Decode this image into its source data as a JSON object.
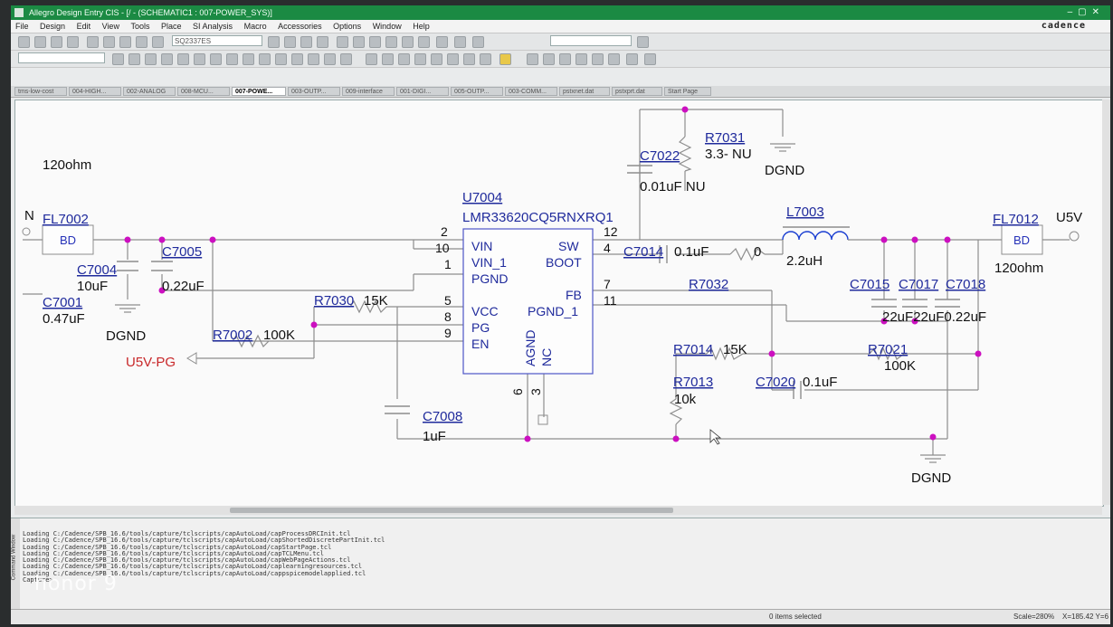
{
  "window": {
    "title": "Allegro Design Entry CIS - [/ - (SCHEMATIC1 : 007-POWER_SYS)]"
  },
  "menu": [
    "File",
    "Design",
    "Edit",
    "View",
    "Tools",
    "Place",
    "SI Analysis",
    "Macro",
    "Accessories",
    "Options",
    "Window",
    "Help"
  ],
  "brand": "cadence",
  "toolbar": {
    "part_combo": "SQ2337ES"
  },
  "tabs": [
    "tms-low-cost",
    "004-HIGH...",
    "002-ANALOG",
    "008-MCU...",
    "007-POWE...",
    "003-OUTP...",
    "009-interface",
    "001-DIGI...",
    "005-OUTP...",
    "003-COMM...",
    "pstxnet.dat",
    "pstxprt.dat",
    "Start Page"
  ],
  "schematic": {
    "left_note": "120ohm",
    "left_net": "N",
    "fl7002": {
      "ref": "FL7002",
      "body": "BD"
    },
    "c7004": {
      "ref": "C7004",
      "value": "10uF"
    },
    "c7005": {
      "ref": "C7005",
      "value": "0.22uF"
    },
    "c7001": {
      "ref": "C7001",
      "value": "0.47uF"
    },
    "dgnd_left": "DGND",
    "r7002": {
      "ref": "R7002",
      "value": "100K"
    },
    "u5v_pg": "U5V-PG",
    "r7030": {
      "ref": "R7030",
      "value": "15K"
    },
    "u7004": {
      "ref": "U7004",
      "part": "LMR33620CQ5RNXRQ1",
      "left_pins": [
        {
          "num": "2",
          "name": "VIN"
        },
        {
          "num": "10",
          "name": "VIN_1"
        },
        {
          "num": "1",
          "name": "PGND"
        },
        {
          "num": "5",
          "name": "VCC"
        },
        {
          "num": "8",
          "name": "PG"
        },
        {
          "num": "9",
          "name": "EN"
        }
      ],
      "right_pins": [
        {
          "num": "12",
          "name": "SW"
        },
        {
          "num": "4",
          "name": "BOOT"
        },
        {
          "num": "7",
          "name": "FB"
        },
        {
          "num": "11",
          "name": "PGND_1"
        }
      ],
      "bottom_pins": [
        {
          "num": "6",
          "name": "AGND"
        },
        {
          "num": "3",
          "name": "NC"
        }
      ]
    },
    "c7008": {
      "ref": "C7008",
      "value": "1uF"
    },
    "c7022": {
      "ref": "C7022",
      "value": "0.01uF NU"
    },
    "r7031": {
      "ref": "R7031",
      "value": "3.3- NU"
    },
    "dgnd_top": "DGND",
    "c7014": {
      "ref": "C7014",
      "value": "0.1uF",
      "net_label": "0"
    },
    "l7003": {
      "ref": "L7003",
      "value": "2.2uH"
    },
    "r7032": {
      "ref": "R7032"
    },
    "c7015": {
      "ref": "C7015"
    },
    "c7017": {
      "ref": "C7017"
    },
    "c7018": {
      "ref": "C7018"
    },
    "out_cap_values": "22uF22uF0.22uF",
    "r7014": {
      "ref": "R7014",
      "value": "15K"
    },
    "r7021": {
      "ref": "R7021",
      "value": "100K"
    },
    "r7013": {
      "ref": "R7013",
      "value": "10k"
    },
    "c7020": {
      "ref": "C7020",
      "value": "0.1uF"
    },
    "dgnd_bottom": "DGND",
    "fl7012": {
      "ref": "FL7012",
      "body": "BD",
      "value": "120ohm"
    },
    "u5v": "U5V"
  },
  "command_window": {
    "title": "Command Window",
    "lines": [
      "Loading C:/Cadence/SPB_16.6/tools/capture/tclscripts/capAutoLoad/capProcessDRCInit.tcl",
      "Loading C:/Cadence/SPB_16.6/tools/capture/tclscripts/capAutoLoad/capShortedDiscretePartInit.tcl",
      "Loading C:/Cadence/SPB_16.6/tools/capture/tclscripts/capAutoLoad/capStartPage.tcl",
      "Loading C:/Cadence/SPB_16.6/tools/capture/tclscripts/capAutoLoad/capTCLMenu.tcl",
      "Loading C:/Cadence/SPB_16.6/tools/capture/tclscripts/capAutoLoad/capWebPageActions.tcl",
      "Loading C:/Cadence/SPB_16.6/tools/capture/tclscripts/capAutoLoad/caplearningresources.tcl",
      "Loading C:/Cadence/SPB_16.6/tools/capture/tclscripts/capAutoLoad/cappspicemodelapplied.tcl",
      "Capture>"
    ]
  },
  "watermark": "honor 9",
  "status": {
    "selection": "0 items selected",
    "scale": "Scale=280%",
    "coords": "X=185.42  Y=6"
  }
}
